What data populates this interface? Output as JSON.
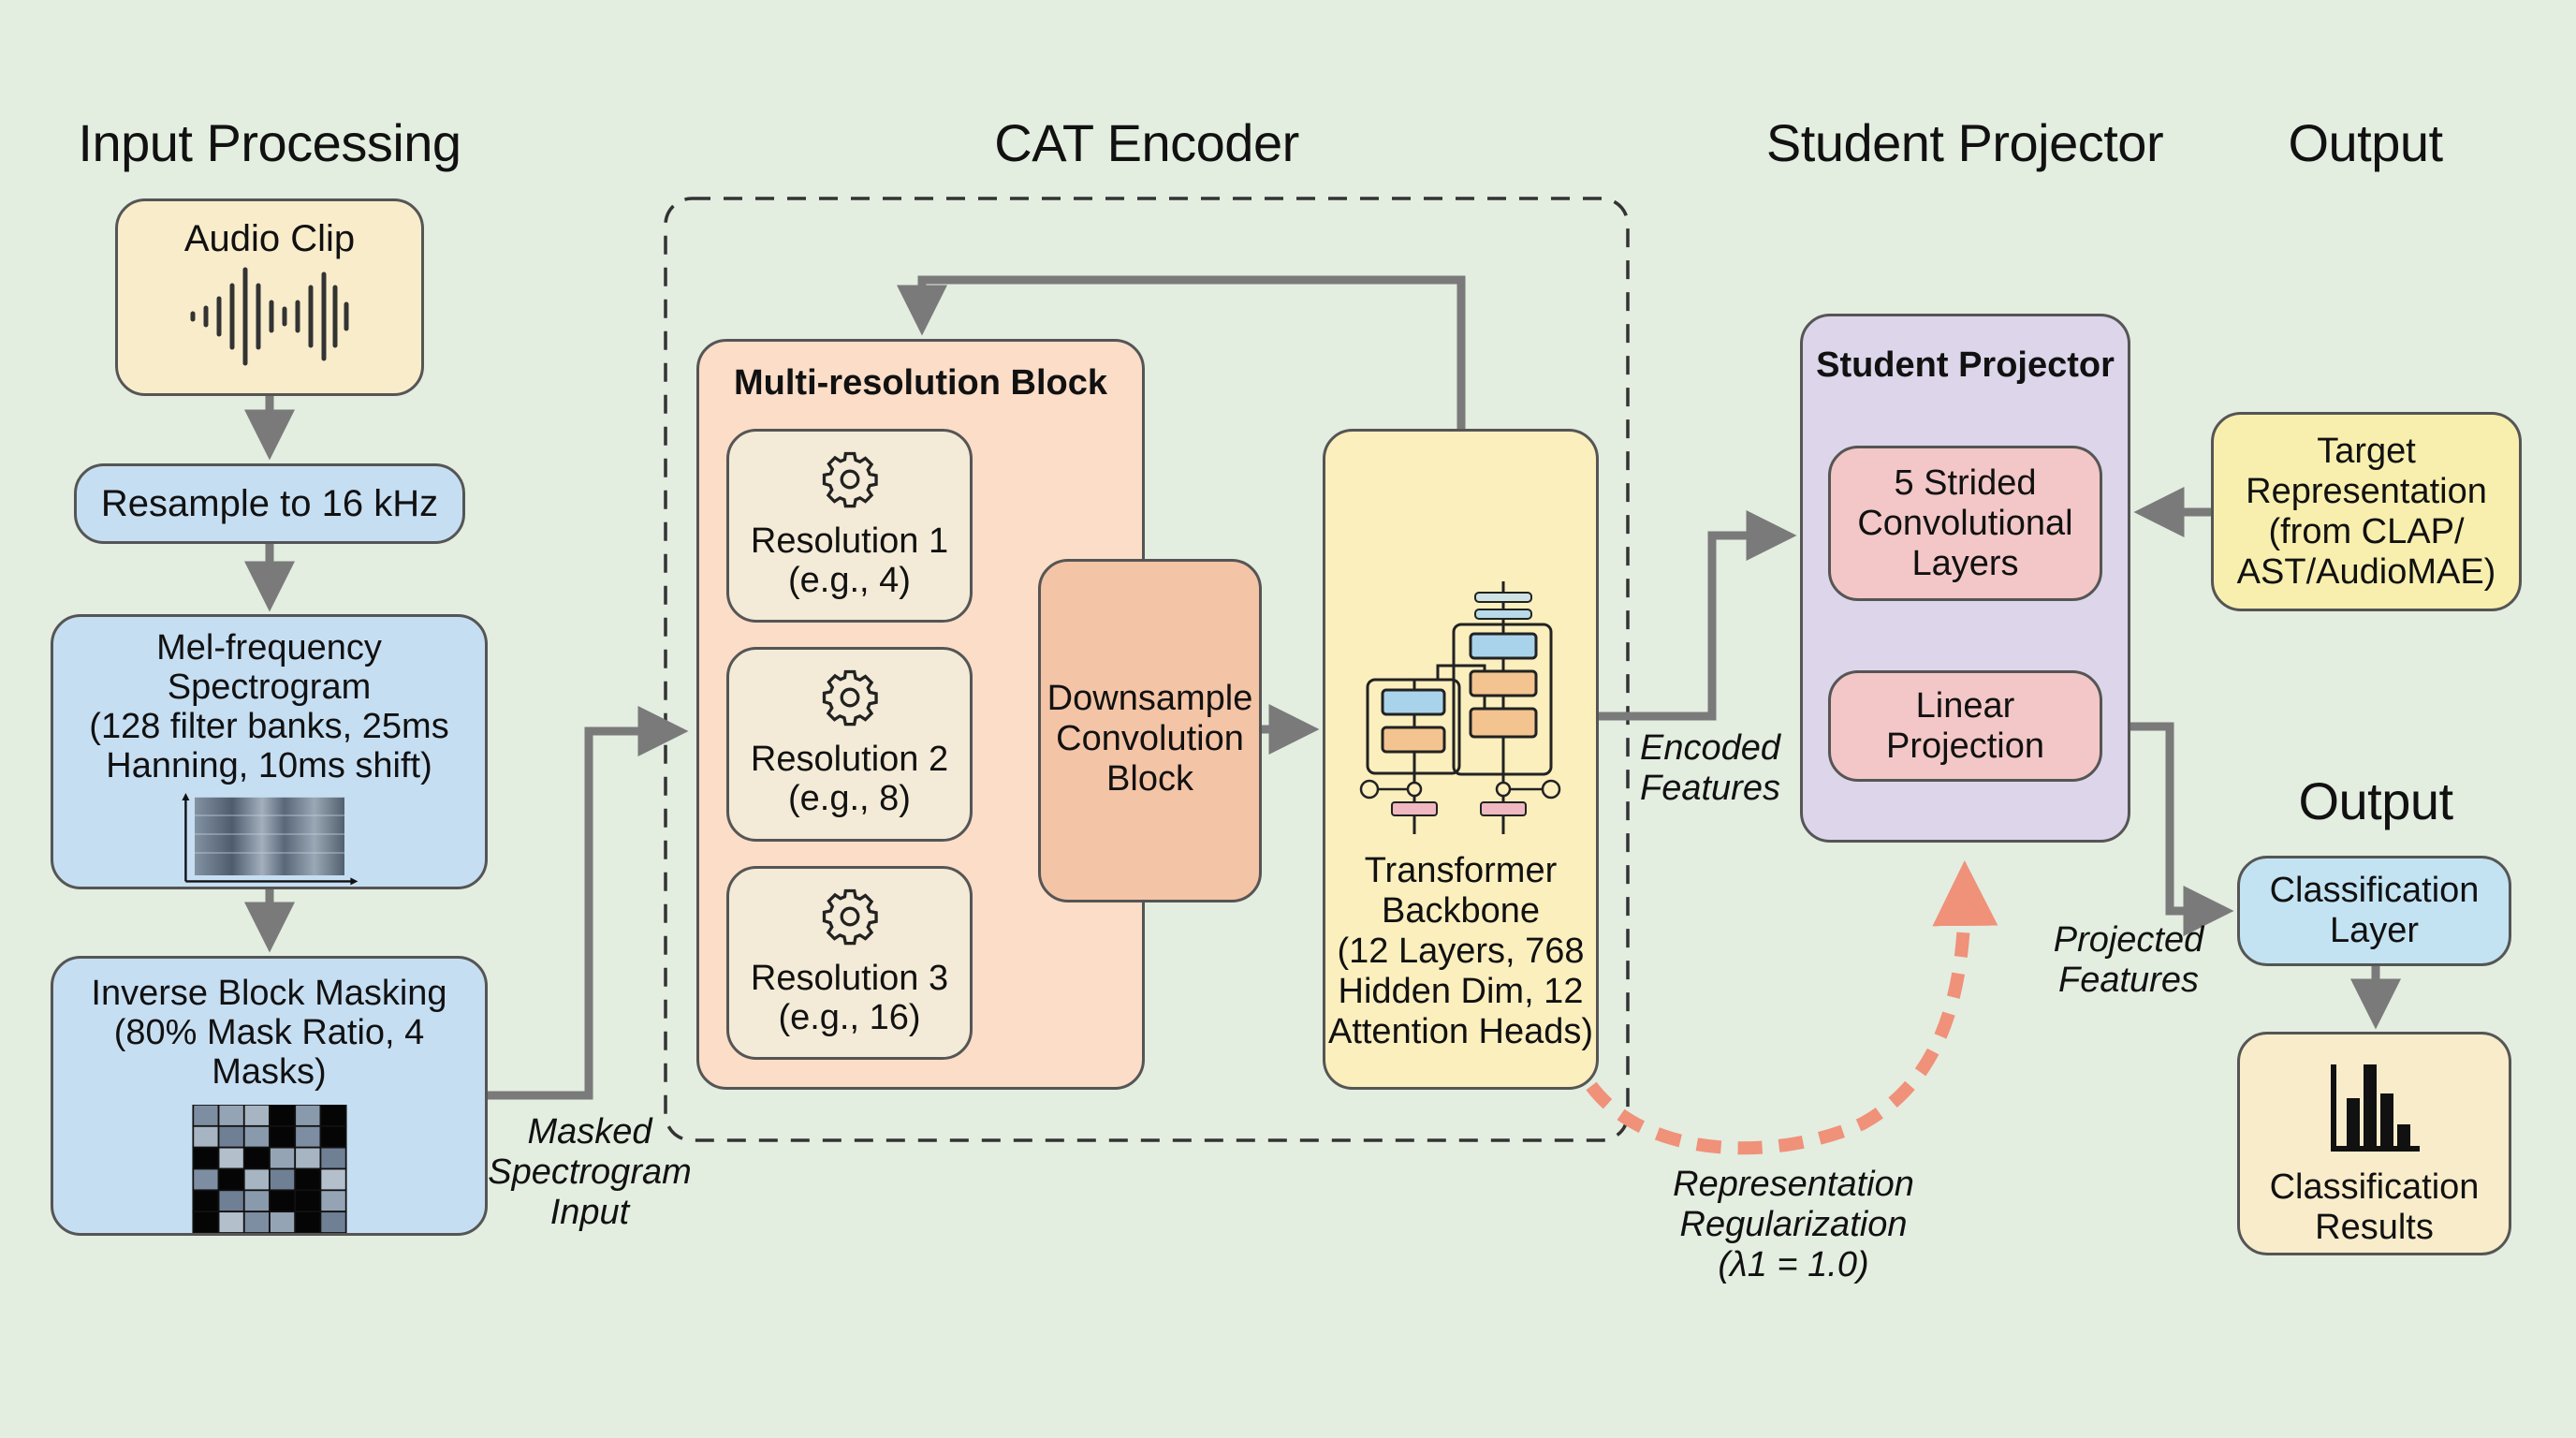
{
  "section_titles": {
    "input_processing": "Input Processing",
    "cat_encoder": "CAT Encoder",
    "student_projector": "Student Projector",
    "output": "Output",
    "output_secondary": "Output"
  },
  "input_processing": {
    "audio_clip": {
      "label": "Audio Clip",
      "icon": "waveform-icon"
    },
    "resample": {
      "label": "Resample to 16 kHz"
    },
    "mel_spectrogram": {
      "label": "Mel-frequency Spectrogram\n(128 filter banks, 25ms\nHanning, 10ms shift)",
      "icon": "spectrogram-icon"
    },
    "inverse_block_masking": {
      "label": "Inverse Block Masking\n(80% Mask Ratio, 4 Masks)",
      "icon": "masked-grid-icon",
      "mask_grid": [
        [
          0,
          0,
          0,
          1,
          0,
          1
        ],
        [
          0,
          0,
          0,
          1,
          0,
          1
        ],
        [
          1,
          0,
          1,
          0,
          0,
          0
        ],
        [
          0,
          1,
          0,
          0,
          1,
          0
        ],
        [
          1,
          0,
          0,
          1,
          1,
          0
        ],
        [
          1,
          0,
          0,
          0,
          1,
          0
        ]
      ]
    },
    "masked_input_label": "Masked\nSpectrogram\nInput"
  },
  "cat_encoder": {
    "multi_resolution_block": {
      "title": "Multi-resolution Block",
      "resolutions": [
        {
          "label": "Resolution 1\n(e.g., 4)",
          "icon": "gear-icon"
        },
        {
          "label": "Resolution 2\n(e.g., 8)",
          "icon": "gear-icon"
        },
        {
          "label": "Resolution 3\n(e.g., 16)",
          "icon": "gear-icon"
        }
      ]
    },
    "downsample": {
      "label": "Downsample\nConvolution\nBlock"
    },
    "transformer": {
      "label": "Transformer\nBackbone\n(12 Layers, 768\nHidden Dim, 12\nAttention Heads)",
      "icon": "transformer-icon"
    },
    "encoded_features_label": "Encoded\nFeatures"
  },
  "student_projector": {
    "title": "Student Projector",
    "strided_conv": {
      "label": "5 Strided\nConvolutional\nLayers"
    },
    "linear_projection": {
      "label": "Linear\nProjection"
    },
    "target_representation": {
      "label": "Target\nRepresentation\n(from CLAP/\nAST/AudioMAE)"
    },
    "regularization_label": "Representation\nRegularization\n(λ1 = 1.0)",
    "projected_features_label": "Projected\nFeatures"
  },
  "output": {
    "classification_layer": {
      "label": "Classification\nLayer"
    },
    "classification_results": {
      "label": "Classification\nResults",
      "icon": "bar-chart-icon"
    }
  },
  "colors": {
    "background": "#e3ede0",
    "arrow": "#7a7a7a",
    "regularization_arrow": "#f0917a",
    "audio_clip": "#f8ecca",
    "input_blue": "#c6def2",
    "multi_resolution": "#fbddc8",
    "downsample": "#f4c4a6",
    "transformer": "#fbefbe",
    "student_projector": "#ddd5ea",
    "projector_layers": "#f3c7c7",
    "target": "#f8efae",
    "classification_layer": "#c3e3f2"
  }
}
